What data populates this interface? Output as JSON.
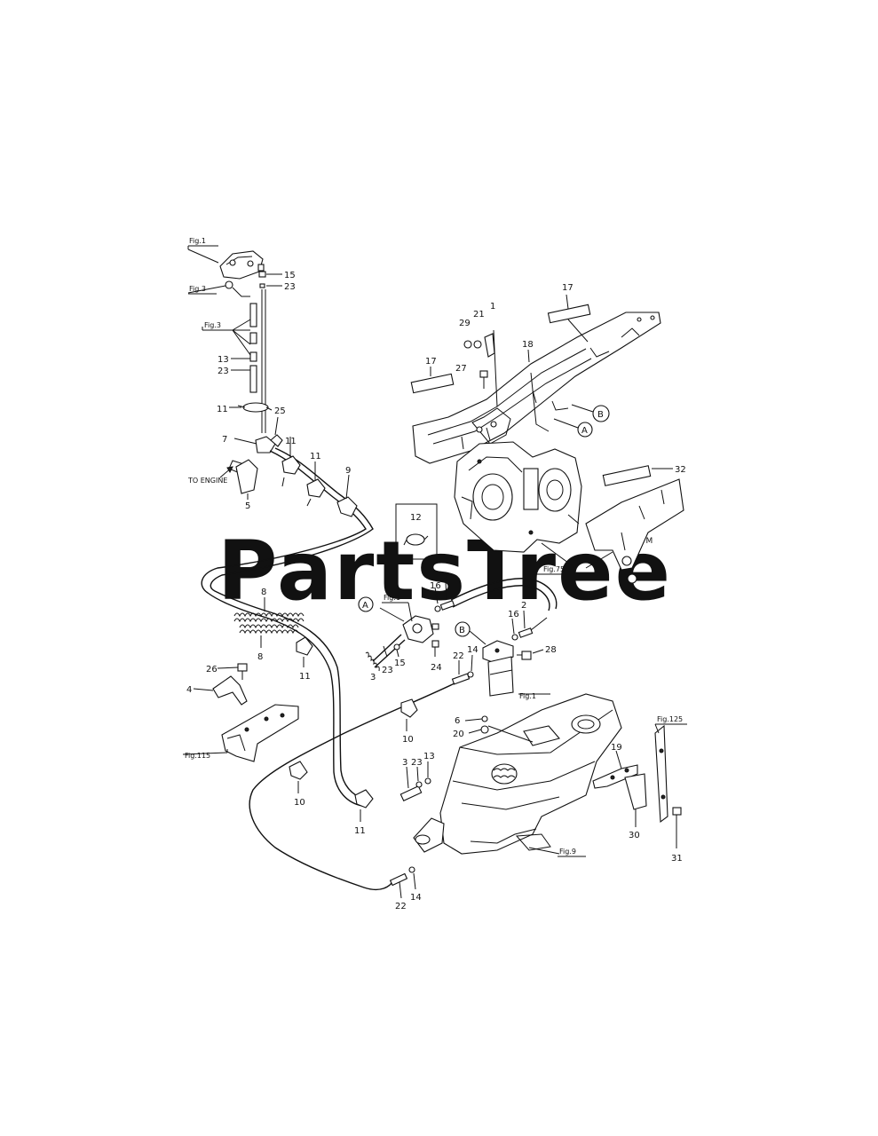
{
  "watermark": {
    "text": "PartsTree",
    "tm": "TM"
  },
  "direction_label": "TO ENGINE",
  "circle_labels": {
    "a_top": "A",
    "b": "B",
    "a_mid": "A",
    "b_mid": "B"
  },
  "figure_refs": {
    "fig1_top": "Fig.1",
    "fig3_a": "Fig.3",
    "fig3_b": "Fig.3",
    "fig1_mid": "Fig.1",
    "fig1_filter": "Fig.1",
    "fig75": "Fig.75",
    "fig115": "Fig.115",
    "fig125": "Fig.125",
    "fig9": "Fig.9"
  },
  "callouts": {
    "c15_top": "15",
    "c23_top": "23",
    "c13_top": "13",
    "c23_mid": "23",
    "c11_a": "11",
    "c25": "25",
    "c7": "7",
    "c11_b": "11",
    "c11_c": "11",
    "c9": "9",
    "c5": "5",
    "c17_a": "17",
    "c17_b": "17",
    "c29": "29",
    "c21": "21",
    "c1": "1",
    "c18": "18",
    "c27": "27",
    "c32": "32",
    "c12": "12",
    "c8_a": "8",
    "c8_b": "8",
    "c11_d": "11",
    "c16_a": "16",
    "c2_a": "2",
    "c16_b": "16",
    "c2_b": "2",
    "c3_a": "3",
    "c23_c": "23",
    "c15_b": "15",
    "c24": "24",
    "c22_a": "22",
    "c14_a": "14",
    "c28": "28",
    "c26": "26",
    "c4": "4",
    "c6": "6",
    "c20": "20",
    "c10_a": "10",
    "c10_b": "10",
    "c3_b": "3",
    "c23_d": "23",
    "c13_b": "13",
    "c11_e": "11",
    "c19": "19",
    "c30": "30",
    "c31": "31",
    "c22_b": "22",
    "c14_b": "14"
  }
}
